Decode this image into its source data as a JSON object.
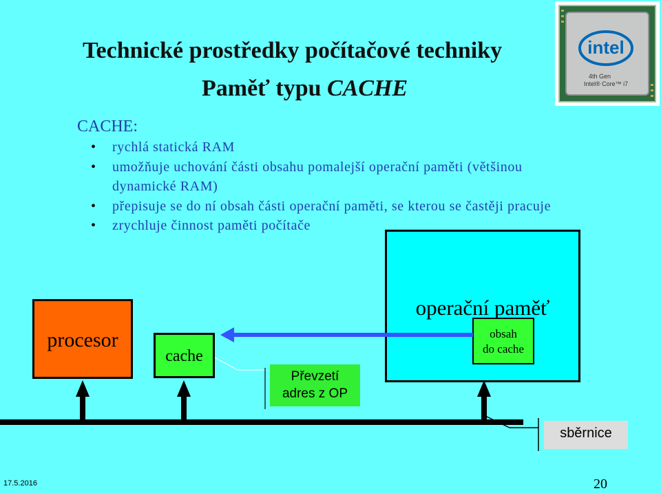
{
  "header": {
    "title": "Technické prostředky počítačové techniky",
    "subtitle_prefix": "Paměť typu ",
    "subtitle_em": "CACHE"
  },
  "chip": {
    "brand": "intel",
    "line1": "4th Gen",
    "line2": "Intel® Core™ i7",
    "colors": {
      "pcb": "#2e6b3e",
      "lid": "#c7c9c9",
      "logo": "#0068b5"
    }
  },
  "content": {
    "heading": "CACHE:",
    "bullets": [
      "rychlá statická RAM",
      "umožňuje uchování části obsahu pomalejší operační paměti (většinou dynamické RAM)",
      "přepisuje se do ní obsah části operační paměti, se kterou se častěji pracuje",
      "zrychluje činnost paměti počítače"
    ]
  },
  "diagram": {
    "procesor": "procesor",
    "cache": "cache",
    "operacni_pamet": "operační paměť",
    "obsah_line1": "obsah",
    "obsah_line2": "do cache",
    "prevzeti_line1": "Převzetí",
    "prevzeti_line2": "adres z OP",
    "sbernice": "sběrnice",
    "colors": {
      "background": "#66ffff",
      "procesor": "#ff6600",
      "cache": "#33ff33",
      "ram": "#00ffff",
      "arrow": "#3355ff"
    }
  },
  "footer": {
    "date": "17.5.2016",
    "page_number": "20"
  }
}
